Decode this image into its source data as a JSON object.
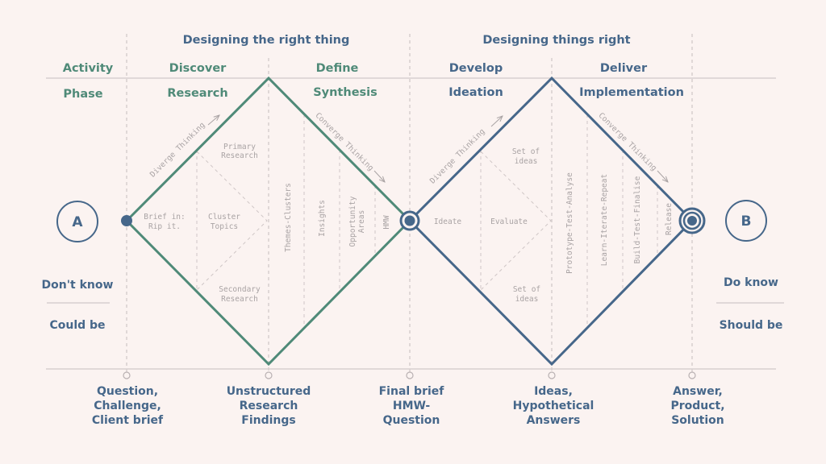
{
  "colors": {
    "background": "#fbf3f1",
    "teal": "#4f8a78",
    "blue": "#46678a",
    "grey_text": "#a9a3a4",
    "divider": "#d8d0cf"
  },
  "header": {
    "left_group": "Designing the right thing",
    "right_group": "Designing things right",
    "row_labels": {
      "activity": "Activity",
      "phase": "Phase"
    },
    "activities": [
      "Discover",
      "Define",
      "Develop",
      "Deliver"
    ],
    "phases": [
      "Research",
      "Synthesis",
      "Ideation",
      "Implementation"
    ]
  },
  "start": {
    "letter": "A",
    "top": "Don't know",
    "bottom": "Could be"
  },
  "end": {
    "letter": "B",
    "top": "Do know",
    "bottom": "Should be"
  },
  "diamond1": {
    "diverge": "Diverge Thinking",
    "converge": "Converge Thinking",
    "brief_line1": "Brief in:",
    "brief_line2": "Rip it.",
    "cluster_line1": "Cluster",
    "cluster_line2": "Topics",
    "primary_line1": "Primary",
    "primary_line2": "Research",
    "secondary_line1": "Secondary",
    "secondary_line2": "Research",
    "columns": [
      "Themes-Clusters",
      "Insights",
      "Opportunity",
      "Areas",
      "HMW"
    ]
  },
  "diamond2": {
    "diverge": "Diverge Thinking",
    "converge": "Converge Thinking",
    "ideate": "Ideate",
    "evaluate": "Evaluate",
    "set_top_line1": "Set of",
    "set_top_line2": "ideas",
    "set_bottom_line1": "Set of",
    "set_bottom_line2": "ideas",
    "columns": [
      "Prototype-Test-Analyse",
      "Learn-Iterate-Repeat",
      "Build-Test-Finalise",
      "Release"
    ]
  },
  "outputs": [
    [
      "Question,",
      "Challenge,",
      "Client brief"
    ],
    [
      "Unstructured",
      "Research",
      "Findings"
    ],
    [
      "Final brief",
      "HMW-",
      "Question"
    ],
    [
      "Ideas,",
      "Hypothetical",
      "Answers"
    ],
    [
      "Answer,",
      "Product,",
      "Solution"
    ]
  ]
}
